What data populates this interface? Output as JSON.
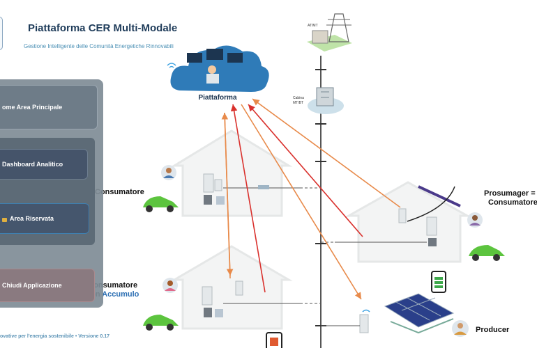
{
  "header": {
    "title": "Piattaforma CER Multi-Modale",
    "subtitle": "Gestione Intelligente delle Comunità Energetiche Rinnovabili"
  },
  "sidebar": {
    "home_label": "ome Area Principale",
    "dashboard_label": "Dashboard Analitico",
    "area_label": "Area Riservata",
    "close_label": "Chiudi Applicazione"
  },
  "footer": {
    "text": "ovative per l'energia sostenibile • Versione 0.17"
  },
  "diagram": {
    "platform_label": "Piattaforma",
    "substation_label": "AT/MT",
    "cabin_label_1": "Cabina",
    "cabin_label_2": "MT/BT",
    "consumer_label": "Consumatore",
    "consumer_storage_line1": "Consumatore",
    "consumer_storage_line2_prefix": "con",
    "consumer_storage_line2_accent": "Accumulo",
    "prosumager_line1": "Prosumager =",
    "prosumager_line2": "Consumatore",
    "producer_label": "Producer"
  },
  "colors": {
    "orange_arrow": "#e88a4a",
    "red_arrow": "#d9302c",
    "cloud": "#2f7bb8",
    "car": "#5cc43e",
    "accent_blue": "#2c6fb3",
    "sidebar": "#7f8c96"
  }
}
